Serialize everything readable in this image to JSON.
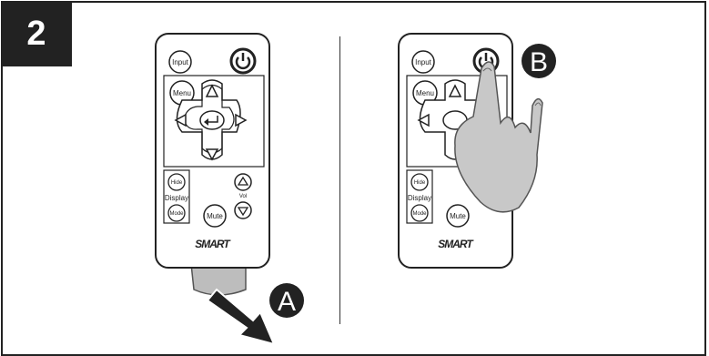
{
  "step_number": "2",
  "callouts": {
    "a": "A",
    "b": "B"
  },
  "remote": {
    "input_label": "Input",
    "menu_label": "Menu",
    "hide_label": "Hide",
    "display_label": "Display",
    "mode_label": "Mode",
    "vol_label": "Vol",
    "mute_label": "Mute",
    "brand_label": "SMART"
  },
  "icons": [
    "power-icon",
    "up-arrow-icon",
    "down-arrow-icon",
    "left-arrow-icon",
    "right-arrow-icon",
    "enter-icon",
    "vol-up-icon",
    "vol-down-icon",
    "pointing-hand-icon",
    "pull-direction-arrow-icon"
  ]
}
